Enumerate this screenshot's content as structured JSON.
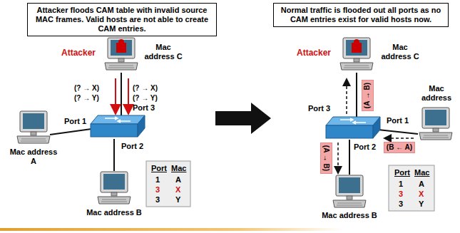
{
  "diagram": {
    "nodes": [
      {
        "text": [
          "Attacker floods CAM table with invalid source MAC frames. Valid hosts are not able to create CAM entries."
        ]
      },
      {
        "text": [
          "Normal traffic is flooded out all ports as no CAM entries exist for valid hosts now."
        ]
      },
      {
        "text": [
          "(A → B)"
        ]
      },
      {
        "text": [
          "(B ← A)"
        ]
      },
      {
        "text": [
          "(A → B)"
        ]
      }
    ],
    "labels": [
      "Attacker",
      "Mac address C",
      "(? → X)",
      "(? → Y)",
      "(? → X)",
      "(? → Y)",
      "Port 1",
      "Port 3",
      "Port 2",
      "Mac address A",
      "Mac address B",
      "Port",
      "Mac",
      "1",
      "A",
      "3",
      "X",
      "3",
      "Y",
      "Attacker",
      "Mac address C",
      "Port 3",
      "Port 1",
      "Port 2",
      "Mac address",
      "Mac address B",
      "Port",
      "Mac",
      "1",
      "A",
      "3",
      "X",
      "3",
      "Y"
    ]
  }
}
